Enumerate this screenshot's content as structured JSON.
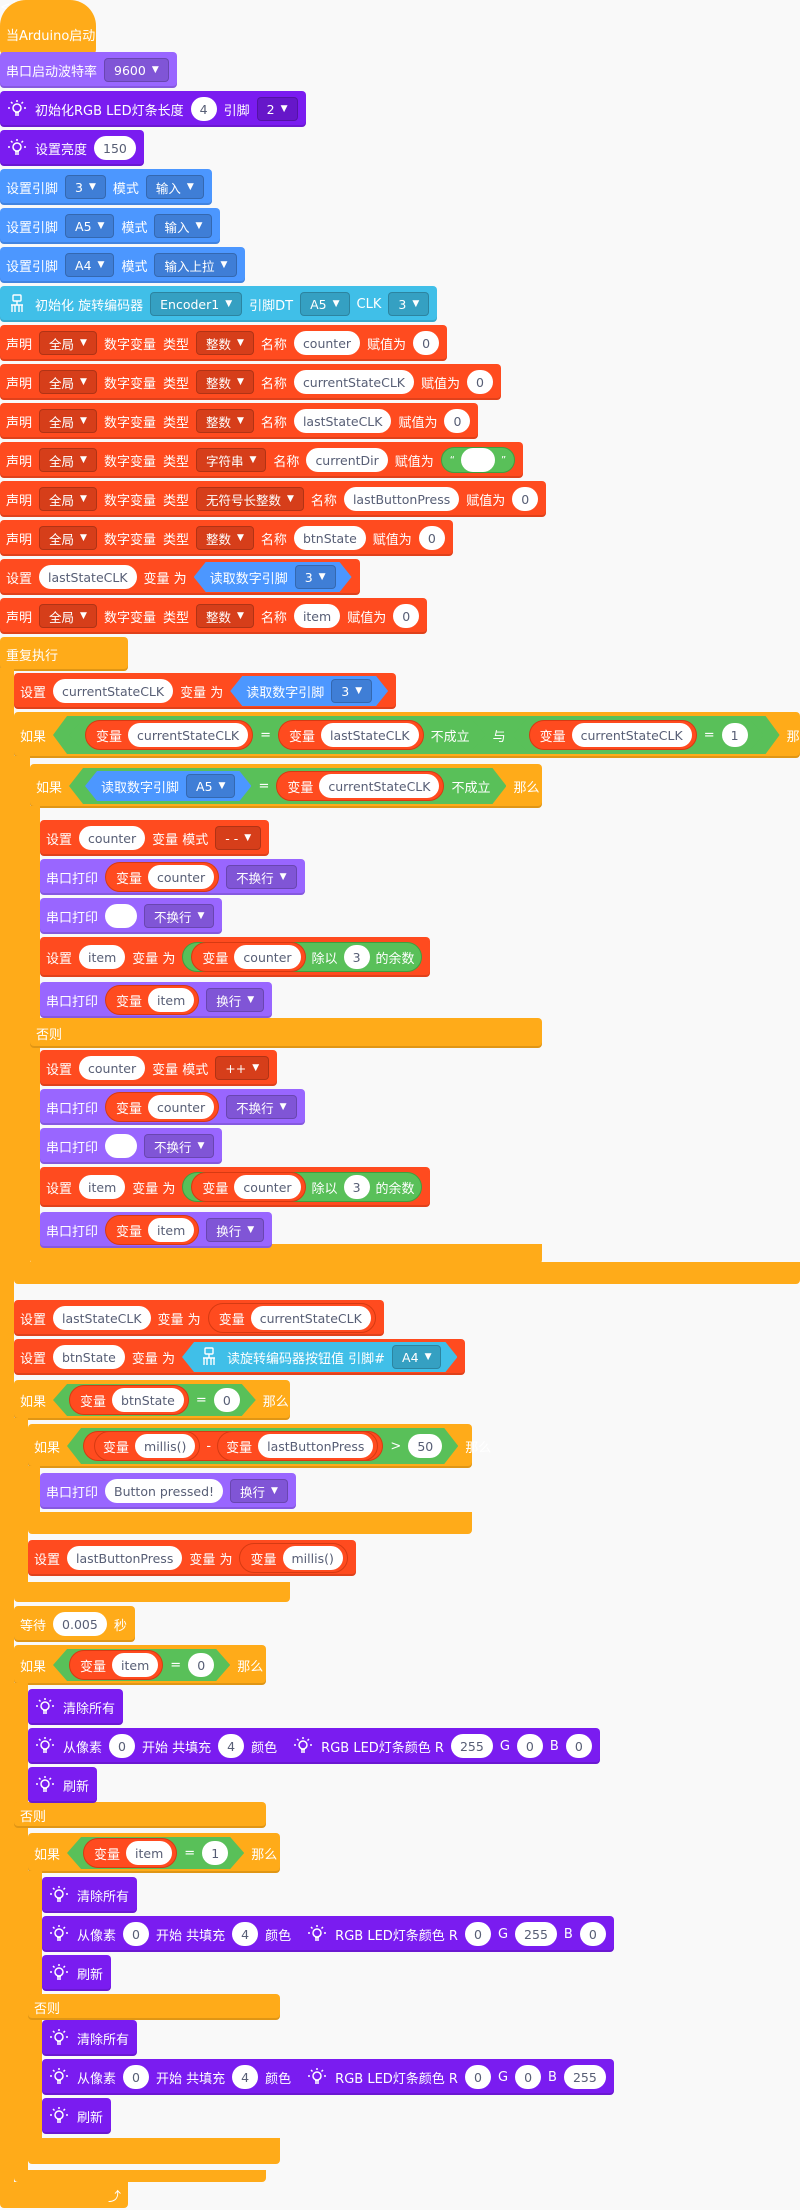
{
  "colors": {
    "event": "#FFAB19",
    "serial": "#9966FF",
    "led": "#7A1CF0",
    "pin": "#4C97FF",
    "encoder": "#40BFE8",
    "variable": "#FF4B1F",
    "logic": "#59C059"
  },
  "icons": {
    "led": "led-bulb-icon",
    "encoder": "rotary-encoder-icon",
    "loop_end": "loop-arrow-icon"
  },
  "setup": {
    "hat": "当Arduino启动",
    "serial": {
      "label": "串口启动波特率",
      "baud": "9600"
    },
    "led_init": {
      "label": "初始化RGB LED灯条长度",
      "length": "4",
      "pin_label": "引脚",
      "pin": "2"
    },
    "led_brightness": {
      "label": "设置亮度",
      "value": "150"
    },
    "pin_modes": [
      {
        "label": "设置引脚",
        "pin": "3",
        "mode_label": "模式",
        "mode": "输入"
      },
      {
        "label": "设置引脚",
        "pin": "A5",
        "mode_label": "模式",
        "mode": "输入"
      },
      {
        "label": "设置引脚",
        "pin": "A4",
        "mode_label": "模式",
        "mode": "输入上拉"
      }
    ],
    "encoder_init": {
      "label": "初始化 旋转编码器",
      "name": "Encoder1",
      "dt_label": "引脚DT",
      "dt": "A5",
      "clk_label": "CLK",
      "clk": "3"
    },
    "declares": [
      {
        "label": "声明",
        "scope": "全局",
        "kind": "数字变量",
        "type_label": "类型",
        "type": "整数",
        "name_label": "名称",
        "name": "counter",
        "assign_label": "赋值为",
        "value": "0"
      },
      {
        "label": "声明",
        "scope": "全局",
        "kind": "数字变量",
        "type_label": "类型",
        "type": "整数",
        "name_label": "名称",
        "name": "currentStateCLK",
        "assign_label": "赋值为",
        "value": "0"
      },
      {
        "label": "声明",
        "scope": "全局",
        "kind": "数字变量",
        "type_label": "类型",
        "type": "整数",
        "name_label": "名称",
        "name": "lastStateCLK",
        "assign_label": "赋值为",
        "value": "0"
      },
      {
        "label": "声明",
        "scope": "全局",
        "kind": "数字变量",
        "type_label": "类型",
        "type": "字符串",
        "name_label": "名称",
        "name": "currentDir",
        "assign_label": "赋值为",
        "value": ""
      },
      {
        "label": "声明",
        "scope": "全局",
        "kind": "数字变量",
        "type_label": "类型",
        "type": "无符号长整数",
        "name_label": "名称",
        "name": "lastButtonPress",
        "assign_label": "赋值为",
        "value": "0"
      },
      {
        "label": "声明",
        "scope": "全局",
        "kind": "数字变量",
        "type_label": "类型",
        "type": "整数",
        "name_label": "名称",
        "name": "btnState",
        "assign_label": "赋值为",
        "value": "0"
      }
    ],
    "set_last": {
      "label": "设置",
      "var": "lastStateCLK",
      "to_label": "变量 为",
      "read_label": "读取数字引脚",
      "pin": "3"
    },
    "declare_item": {
      "label": "声明",
      "scope": "全局",
      "kind": "数字变量",
      "type_label": "类型",
      "type": "整数",
      "name_label": "名称",
      "name": "item",
      "assign_label": "赋值为",
      "value": "0"
    }
  },
  "loop": {
    "label": "重复执行",
    "set_current": {
      "label": "设置",
      "var": "currentStateCLK",
      "to_label": "变量 为",
      "read_label": "读取数字引脚",
      "pin": "3"
    },
    "if1": {
      "if": "如果",
      "var_word": "变量",
      "a": "currentStateCLK",
      "eq": "=",
      "b": "lastStateCLK",
      "not": "不成立",
      "and": "与",
      "c": "currentStateCLK",
      "val": "1",
      "then": "那么"
    },
    "if2": {
      "if": "如果",
      "read_label": "读取数字引脚",
      "pin": "A5",
      "eq": "=",
      "var_word": "变量",
      "b": "currentStateCLK",
      "not": "不成立",
      "then": "那么"
    },
    "branch_a": {
      "set_mode": {
        "label": "设置",
        "var": "counter",
        "mode_label": "变量 模式",
        "op": "- -"
      },
      "print1": {
        "label": "串口打印",
        "var_word": "变量",
        "var": "counter",
        "nl": "不换行"
      },
      "print2": {
        "label": "串口打印",
        "text": "",
        "nl": "不换行"
      },
      "set_item": {
        "label": "设置",
        "var": "item",
        "to_label": "变量 为",
        "var_word": "变量",
        "src": "counter",
        "mod_label": "除以",
        "divisor": "3",
        "rem_label": "的余数"
      },
      "print3": {
        "label": "串口打印",
        "var_word": "变量",
        "var": "item",
        "nl": "换行"
      }
    },
    "else_label": "否则",
    "branch_b": {
      "set_mode": {
        "label": "设置",
        "var": "counter",
        "mode_label": "变量 模式",
        "op": "++"
      },
      "print1": {
        "label": "串口打印",
        "var_word": "变量",
        "var": "counter",
        "nl": "不换行"
      },
      "print2": {
        "label": "串口打印",
        "text": "",
        "nl": "不换行"
      },
      "set_item": {
        "label": "设置",
        "var": "item",
        "to_label": "变量 为",
        "var_word": "变量",
        "src": "counter",
        "mod_label": "除以",
        "divisor": "3",
        "rem_label": "的余数"
      },
      "print3": {
        "label": "串口打印",
        "var_word": "变量",
        "var": "item",
        "nl": "换行"
      }
    },
    "set_last": {
      "label": "设置",
      "var": "lastStateCLK",
      "to_label": "变量 为",
      "var_word": "变量",
      "src": "currentStateCLK"
    },
    "set_btn": {
      "label": "设置",
      "var": "btnState",
      "to_label": "变量 为",
      "read_label": "读旋转编码器按钮值 引脚#",
      "pin": "A4"
    },
    "if_btn": {
      "if": "如果",
      "var_word": "变量",
      "a": "btnState",
      "eq": "=",
      "val": "0",
      "then": "那么"
    },
    "if_time": {
      "if": "如果",
      "var_word": "变量",
      "a": "millis()",
      "minus": "-",
      "b": "lastButtonPress",
      "gt": ">",
      "val": "50",
      "then": "那么"
    },
    "print_btn": {
      "label": "串口打印",
      "text": "Button pressed!",
      "nl": "换行"
    },
    "set_press": {
      "label": "设置",
      "var": "lastButtonPress",
      "to_label": "变量 为",
      "var_word": "变量",
      "src": "millis()"
    },
    "wait": {
      "label": "等待",
      "value": "0.005",
      "unit": "秒"
    },
    "if_item0": {
      "if": "如果",
      "var_word": "变量",
      "a": "item",
      "eq": "=",
      "val": "0",
      "then": "那么"
    },
    "led0": {
      "clear": "清除所有",
      "from_label": "从像素",
      "from": "0",
      "fill_label": "开始 共填充",
      "count": "4",
      "color_label": "颜色",
      "rgb_label": "RGB LED灯条颜色 R",
      "r": "255",
      "g_label": "G",
      "g": "0",
      "b_label": "B",
      "b": "0",
      "show": "刷新"
    },
    "if_item1": {
      "if": "如果",
      "var_word": "变量",
      "a": "item",
      "eq": "=",
      "val": "1",
      "then": "那么"
    },
    "led1": {
      "clear": "清除所有",
      "from_label": "从像素",
      "from": "0",
      "fill_label": "开始 共填充",
      "count": "4",
      "color_label": "颜色",
      "rgb_label": "RGB LED灯条颜色 R",
      "r": "0",
      "g_label": "G",
      "g": "255",
      "b_label": "B",
      "b": "0",
      "show": "刷新"
    },
    "led2": {
      "clear": "清除所有",
      "from_label": "从像素",
      "from": "0",
      "fill_label": "开始 共填充",
      "count": "4",
      "color_label": "颜色",
      "rgb_label": "RGB LED灯条颜色 R",
      "r": "0",
      "g_label": "G",
      "g": "0",
      "b_label": "B",
      "b": "255",
      "show": "刷新"
    }
  }
}
